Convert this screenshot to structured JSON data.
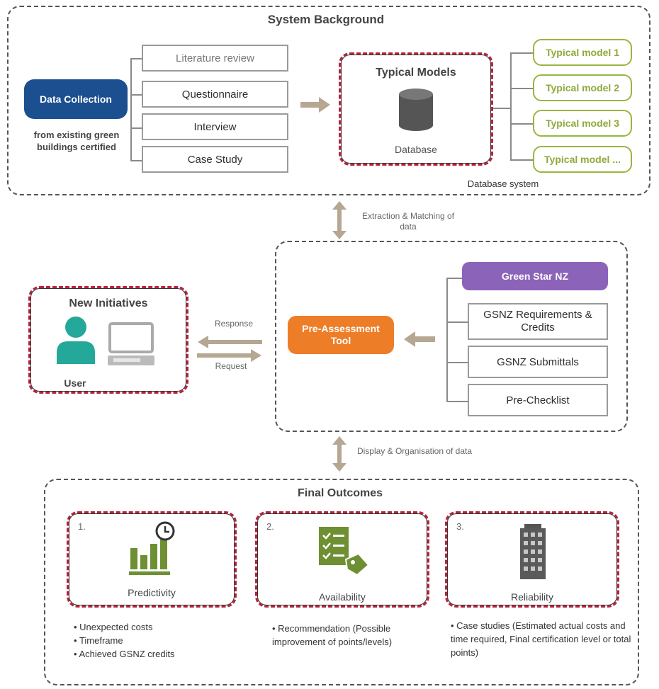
{
  "system_background": {
    "title": "System Background",
    "data_collection": {
      "label": "Data Collection",
      "caption": "from existing green buildings certified"
    },
    "methods": [
      "Literature review",
      "Questionnaire",
      "Interview",
      "Case Study"
    ],
    "typical_models": {
      "title": "Typical Models",
      "db_label": "Database"
    },
    "models": [
      "Typical model 1",
      "Typical model 2",
      "Typical model 3",
      "Typical model ..."
    ],
    "database_system_label": "Database system"
  },
  "link_labels": {
    "extraction": "Extraction & Matching of data",
    "display": "Display & Organisation of data",
    "response": "Response",
    "request": "Request"
  },
  "new_initiatives": {
    "title": "New Initiatives",
    "user_label": "User"
  },
  "pre_assessment": {
    "tool_label": "Pre-Assessment Tool",
    "green_star": "Green Star NZ",
    "items": [
      "GSNZ Requirements & Credits",
      "GSNZ Submittals",
      "Pre-Checklist"
    ]
  },
  "final_outcomes": {
    "title": "Final Outcomes",
    "cards": [
      {
        "number": "1.",
        "label": "Predictivity",
        "icon": "bar-chart-clock-icon",
        "bullets": [
          "Unexpected costs",
          "Timeframe",
          "Achieved GSNZ credits"
        ]
      },
      {
        "number": "2.",
        "label": "Availability",
        "icon": "checklist-tag-icon",
        "bullets": [
          "Recommendation (Possible improvement of points/levels)"
        ]
      },
      {
        "number": "3.",
        "label": "Reliability",
        "icon": "building-icon",
        "bullets": [
          "Case studies (Estimated actual costs and time required, Final certification level or total points)"
        ]
      }
    ]
  },
  "colors": {
    "data_collection": "#1c4f8f",
    "pre_assessment": "#ee7d28",
    "green_star": "#8b63b8",
    "model_green": "#98b640",
    "user_teal": "#23a89a",
    "outcome_green": "#6e8f32",
    "frame_red": "#b5243b"
  }
}
